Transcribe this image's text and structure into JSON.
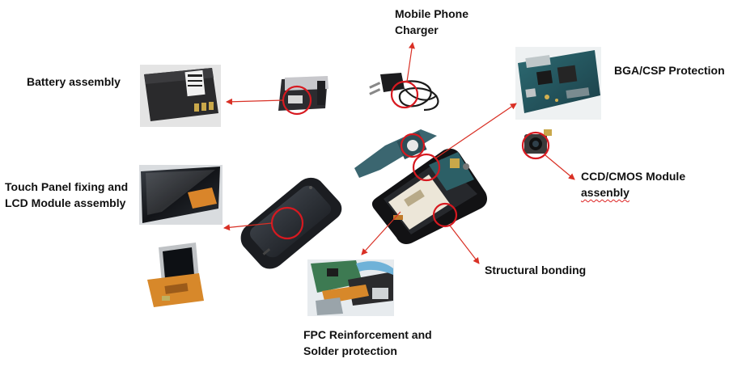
{
  "labels": {
    "charger": [
      "Mobile Phone",
      "Charger"
    ],
    "battery": "Battery assembly",
    "bga": "BGA/CSP Protection",
    "ccd": [
      "CCD/CMOS Module",
      "assenbly"
    ],
    "touch": [
      "Touch Panel fixing and",
      "LCD Module assembly"
    ],
    "structural": "Structural bonding",
    "fpc": [
      "FPC Reinforcement and",
      "Solder protection"
    ]
  },
  "colors": {
    "arrow": "#d93025",
    "circle": "#d71920",
    "label_text": "#111111"
  },
  "icons": [
    "phone-charger-image",
    "battery-image",
    "battery-closeup-image",
    "pcb-board-image",
    "camera-module-image",
    "touch-panel-image",
    "lcd-module-image",
    "smartphone-image",
    "disassembled-phone-image",
    "fpc-board-image"
  ]
}
